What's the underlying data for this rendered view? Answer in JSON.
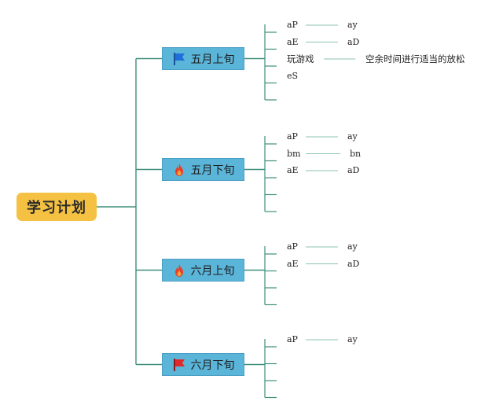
{
  "root": {
    "label": "学习计划"
  },
  "branches": [
    {
      "label": "五月上旬",
      "icon": "blue-flag-icon",
      "items": [
        {
          "left": "aP",
          "right": "ay"
        },
        {
          "left": "aE",
          "right": "aD"
        },
        {
          "left": "玩游戏",
          "right": "空余时间进行适当的放松"
        },
        {
          "left": "eS",
          "right": ""
        },
        {
          "left": "",
          "right": ""
        }
      ]
    },
    {
      "label": "五月下旬",
      "icon": "fire-icon",
      "items": [
        {
          "left": "aP",
          "right": "ay"
        },
        {
          "left": "bm",
          "right": "bn"
        },
        {
          "left": "aE",
          "right": "aD"
        },
        {
          "left": "",
          "right": ""
        },
        {
          "left": "",
          "right": ""
        }
      ]
    },
    {
      "label": "六月上旬",
      "icon": "fire-icon",
      "items": [
        {
          "left": "aP",
          "right": "ay"
        },
        {
          "left": "aE",
          "right": "aD"
        },
        {
          "left": "",
          "right": ""
        },
        {
          "left": "",
          "right": ""
        }
      ]
    },
    {
      "label": "六月下旬",
      "icon": "red-flag-icon",
      "items": [
        {
          "left": "aP",
          "right": "ay"
        },
        {
          "left": "",
          "right": ""
        },
        {
          "left": "",
          "right": ""
        },
        {
          "left": "",
          "right": ""
        }
      ]
    }
  ],
  "colors": {
    "root_bg": "#f4c142",
    "branch_bg": "#5bb5d9",
    "line": "#3f8f7a",
    "leaf_line": "#8cc3ae"
  }
}
